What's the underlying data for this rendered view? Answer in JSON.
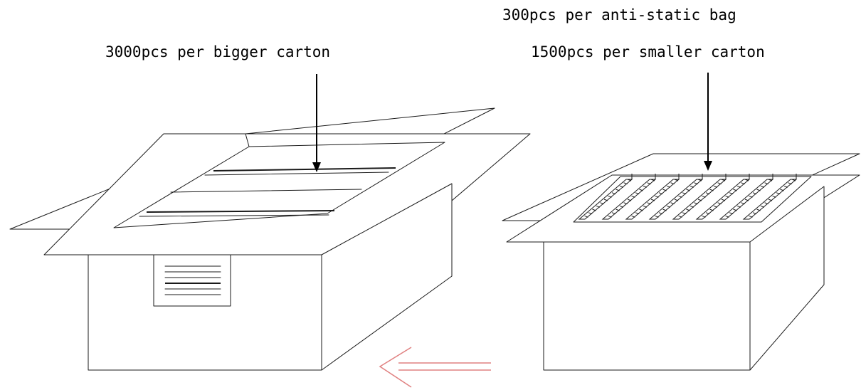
{
  "labels": {
    "bag": "300pcs per anti-static bag",
    "big_carton": "3000pcs per bigger carton",
    "small_carton": "1500pcs per smaller carton"
  },
  "colors": {
    "line": "#1a1a1a",
    "arrow_red": "#e08080",
    "background": "#ffffff"
  },
  "small_carton_reel_count": 8
}
